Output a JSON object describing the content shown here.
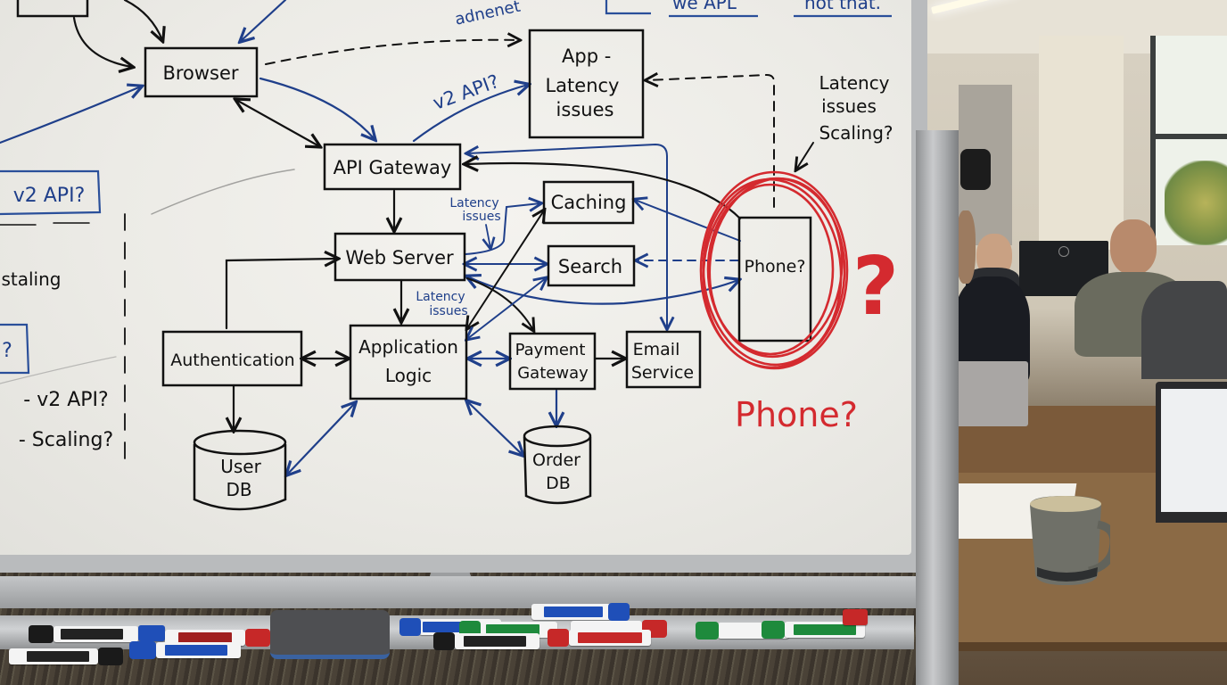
{
  "scene": {
    "description": "Whiteboard system architecture sketch in an office",
    "ink_colors": {
      "black": "#111111",
      "blue": "#1f3f8a",
      "red": "#d42a2f"
    }
  },
  "diagram": {
    "nodes": {
      "browser": {
        "label": "Browser"
      },
      "app_latency": {
        "lines": [
          "App -",
          "Latency",
          "issues"
        ]
      },
      "api_gateway": {
        "label": "API Gateway"
      },
      "web_server": {
        "label": "Web Server"
      },
      "caching": {
        "label": "Caching"
      },
      "search": {
        "label": "Search"
      },
      "authentication": {
        "label": "Authentication"
      },
      "application_logic": {
        "lines": [
          "Application",
          "Logic"
        ]
      },
      "payment_gateway": {
        "lines": [
          "Payment",
          "Gateway"
        ]
      },
      "email_service": {
        "lines": [
          "Email",
          "Service"
        ]
      },
      "user_db": {
        "lines": [
          "User",
          "DB"
        ]
      },
      "order_db": {
        "lines": [
          "Order",
          "DB"
        ]
      },
      "phone": {
        "label": "Phone?"
      }
    },
    "annotations": {
      "v2_api_arrow": "v2 API?",
      "latency_issues_1": [
        "Latency",
        "issues"
      ],
      "latency_issues_2": [
        "Latency",
        "issues"
      ],
      "latency_scaling": [
        "Latency",
        "issues",
        "Scaling?"
      ],
      "phone_red_label": "Phone?",
      "red_question_mark": "?",
      "top_partial_1": "adnenet",
      "top_partial_2": "we APL",
      "top_partial_3": "not that."
    },
    "left_notes": {
      "boxed_v2_api": "v2 API?",
      "scaling_partial": "staling",
      "boxed_question": "?",
      "list_item_1": "- v2 API?",
      "list_item_2": "- Scaling?"
    }
  },
  "tray": {
    "items": [
      "black marker",
      "blue marker",
      "red marker",
      "eraser",
      "green marker"
    ]
  }
}
